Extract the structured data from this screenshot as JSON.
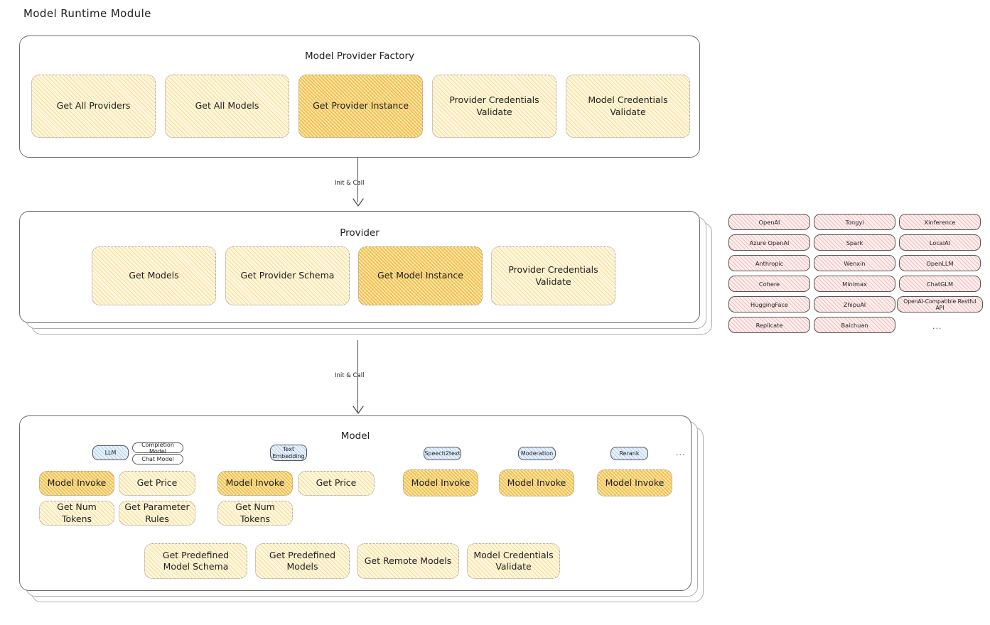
{
  "page": {
    "title": "Model Runtime Module"
  },
  "factory": {
    "title": "Model Provider Factory",
    "boxes": [
      {
        "label": "Get All Providers",
        "highlight": false
      },
      {
        "label": "Get All Models",
        "highlight": false
      },
      {
        "label": "Get Provider Instance",
        "highlight": true
      },
      {
        "label": "Provider Credentials Validate",
        "highlight": false
      },
      {
        "label": "Model Credentials Validate",
        "highlight": false
      }
    ]
  },
  "arrows": [
    {
      "label": "Init & Call",
      "from": "Model Provider Factory",
      "to": "Provider"
    },
    {
      "label": "Init & Call",
      "from": "Provider",
      "to": "Model"
    }
  ],
  "provider": {
    "title": "Provider",
    "boxes": [
      {
        "label": "Get Models",
        "highlight": false
      },
      {
        "label": "Get Provider Schema",
        "highlight": false
      },
      {
        "label": "Get Model Instance",
        "highlight": true
      },
      {
        "label": "Provider Credentials Validate",
        "highlight": false
      }
    ]
  },
  "provider_list": {
    "columns": [
      [
        "OpenAI",
        "Azure OpenAI",
        "Anthropic",
        "Cohere",
        "HuggingFace",
        "Replicate"
      ],
      [
        "Tongyi",
        "Spark",
        "Wenxin",
        "Minimax",
        "ZhipuAI",
        "Baichuan"
      ],
      [
        "Xinference",
        "LocalAI",
        "OpenLLM",
        "ChatGLM",
        "OpenAI-Compatible Restful API"
      ]
    ],
    "more": "..."
  },
  "model": {
    "title": "Model",
    "more": "...",
    "types": [
      {
        "name": "LLM",
        "sub": [
          "Completion Model",
          "Chat Model"
        ],
        "methods": [
          {
            "label": "Model Invoke",
            "highlight": true
          },
          {
            "label": "Get Price",
            "highlight": false
          },
          {
            "label": "Get Num Tokens",
            "highlight": false
          },
          {
            "label": "Get Parameter Rules",
            "highlight": false
          }
        ]
      },
      {
        "name": "Text Embedding",
        "sub": [],
        "methods": [
          {
            "label": "Model Invoke",
            "highlight": true
          },
          {
            "label": "Get Price",
            "highlight": false
          },
          {
            "label": "Get Num Tokens",
            "highlight": false
          }
        ]
      },
      {
        "name": "Speech2text",
        "sub": [],
        "methods": [
          {
            "label": "Model Invoke",
            "highlight": true
          }
        ]
      },
      {
        "name": "Moderation",
        "sub": [],
        "methods": [
          {
            "label": "Model Invoke",
            "highlight": true
          }
        ]
      },
      {
        "name": "Rerank",
        "sub": [],
        "methods": [
          {
            "label": "Model Invoke",
            "highlight": true
          }
        ]
      }
    ],
    "common": [
      "Get Predefined Model Schema",
      "Get Predefined Models",
      "Get Remote Models",
      "Model Credentials Validate"
    ]
  }
}
